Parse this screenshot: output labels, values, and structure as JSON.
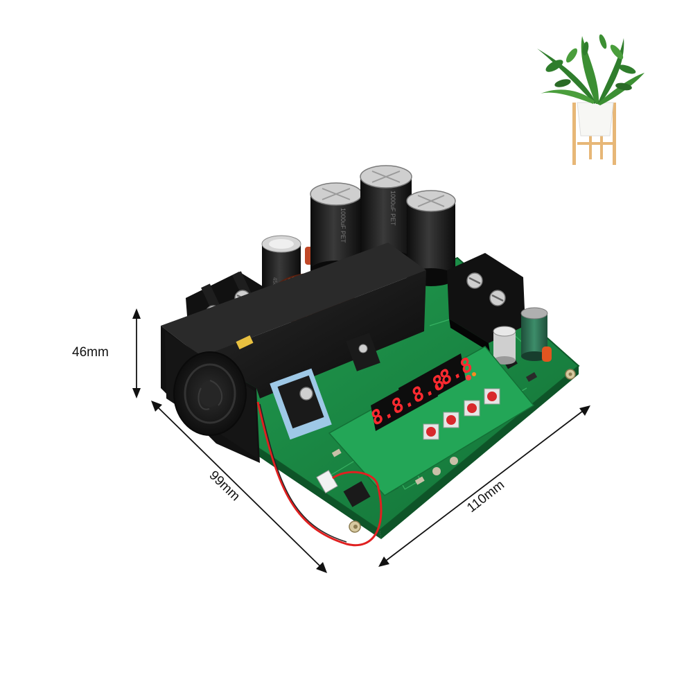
{
  "dimensions": {
    "height": "46mm",
    "depth": "99mm",
    "width": "110mm"
  },
  "display": {
    "upper": "8.8.8.8",
    "lower": "8.8.8.8"
  },
  "colors": {
    "pcb": "#1d8a45",
    "pcb_dark": "#146a33",
    "heatsink": "#161616",
    "capacitor": "#1a1a1a",
    "led_red": "#e0202a",
    "copper": "#b8572a",
    "button_red": "#d8282c",
    "wire_red": "#e02020"
  },
  "icons": {
    "thumbnail": "potted-plant-icon"
  }
}
